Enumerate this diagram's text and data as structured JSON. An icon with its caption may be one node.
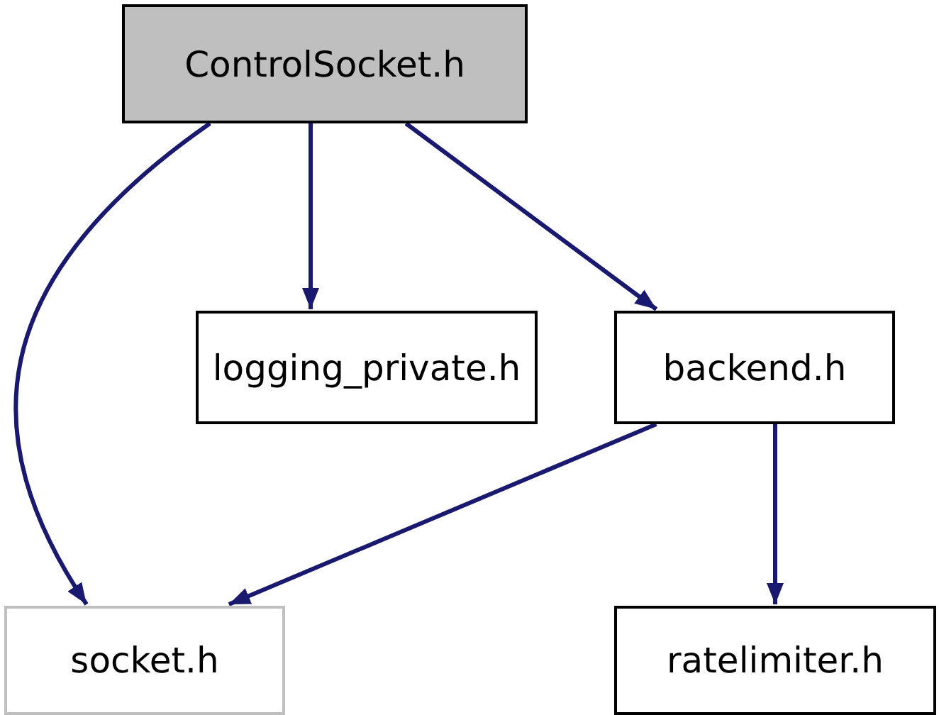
{
  "diagram": {
    "nodes": [
      {
        "text": [
          "ControlSocket.h"
        ]
      },
      {
        "text": [
          "logging_private.h"
        ]
      },
      {
        "text": [
          "backend.h"
        ]
      },
      {
        "text": [
          "socket.h"
        ]
      },
      {
        "text": [
          "ratelimiter.h"
        ]
      }
    ],
    "edges": [
      {
        "from": 0,
        "to": 3,
        "arrow": "to"
      },
      {
        "from": 0,
        "to": 1,
        "arrow": "to"
      },
      {
        "from": 0,
        "to": 2,
        "arrow": "to"
      },
      {
        "from": 2,
        "to": 3,
        "arrow": "to"
      },
      {
        "from": 2,
        "to": 4,
        "arrow": "to"
      }
    ]
  }
}
